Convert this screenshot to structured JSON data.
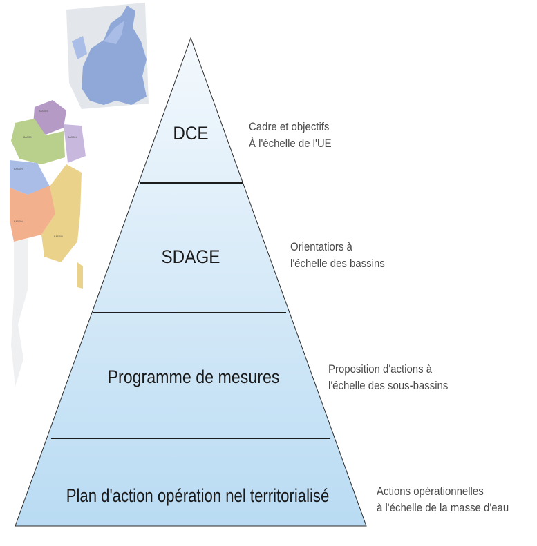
{
  "pyramid": {
    "levels": [
      {
        "label": "DCE",
        "description": [
          "Cadre et objectifs",
          "À l'échelle de l'UE"
        ]
      },
      {
        "label": "SDAGE",
        "description": [
          "Orientatiors à",
          "l'échelle des bassins"
        ]
      },
      {
        "label": "Programme de mesures",
        "description": [
          "Proposition d'actions à",
          "l'échelle des sous-bassins"
        ]
      },
      {
        "label": "Plan d'action opération nel territorialisé",
        "description": [
          "Actions opérationnelles",
          "à l'échelle de la masse d'eau"
        ]
      }
    ]
  },
  "map": {
    "eu_map_icon": "europe-map",
    "france_map_icon": "france-basins-map",
    "colors": {
      "eu_fill": "#8fa8d8",
      "eu_land": "#d9dde3",
      "basin_purple": "#b59ac6",
      "basin_green": "#b9cf8c",
      "basin_blue": "#a9bde6",
      "basin_orange": "#f2b08d",
      "basin_yellow": "#ead28a",
      "basin_lilac": "#c9b8de"
    }
  },
  "colors": {
    "pyramid_top": "#f4f9fd",
    "pyramid_bottom": "#b9dbf3",
    "divider": "#1c1c1c",
    "label": "#1a1a1a",
    "description": "#4a4a4a"
  }
}
